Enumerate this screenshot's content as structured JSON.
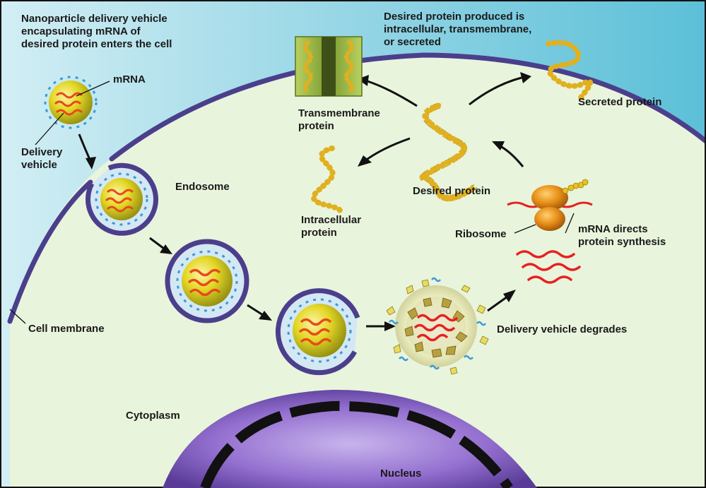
{
  "labels": {
    "intro": "Nanoparticle delivery vehicle\nencapsulating mRNA of\ndesired protein enters the cell",
    "mrna": "mRNA",
    "delivery_vehicle": "Delivery\nvehicle",
    "endosome": "Endosome",
    "cell_membrane": "Cell membrane",
    "cytoplasm": "Cytoplasm",
    "nucleus": "Nucleus",
    "desired_protein_produced": "Desired protein produced is\nintracellular, transmembrane,\nor secreted",
    "transmembrane_protein": "Transmembrane\nprotein",
    "secreted_protein": "Secreted protein",
    "intracellular_protein": "Intracellular\nprotein",
    "desired_protein": "Desired protein",
    "ribosome": "Ribosome",
    "mrna_directs": "mRNA directs\nprotein synthesis",
    "vehicle_degrades": "Delivery vehicle degrades"
  },
  "colors": {
    "outside_bg": "#5cc0d8",
    "cytoplasm": "#e9f4dc",
    "membrane": "#4b3f8c",
    "particle_yellow": "#ddd31a",
    "mrna_red": "#e82020",
    "protein_gold": "#e0b020",
    "ribosome_orange": "#e8901a",
    "nucleus_purple": "#9470d0"
  }
}
